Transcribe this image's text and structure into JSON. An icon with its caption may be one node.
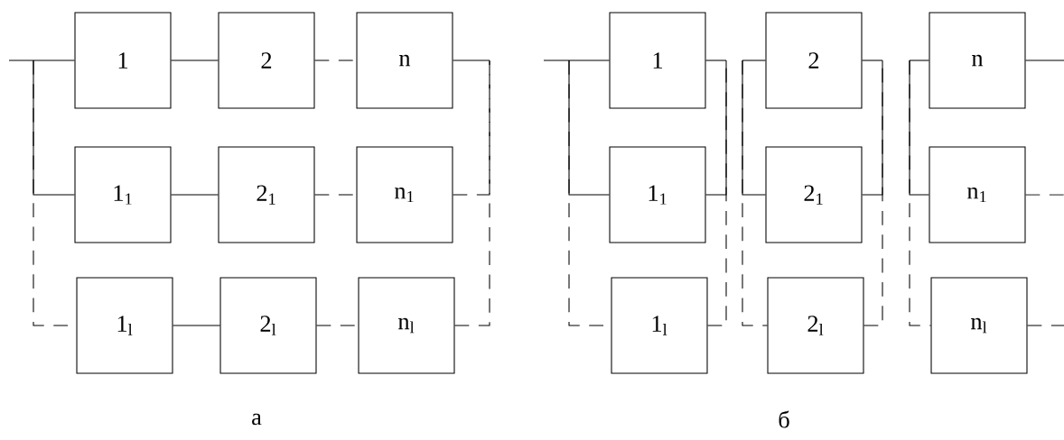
{
  "diagram": {
    "nodes": [
      {
        "text": [
          "1"
        ]
      },
      {
        "text": [
          "2"
        ]
      },
      {
        "text": [
          "n"
        ]
      },
      {
        "text": [
          "1$_{1}$"
        ]
      },
      {
        "text": [
          "2$_{1}$"
        ]
      },
      {
        "text": [
          "n$_{1}$"
        ]
      },
      {
        "text": [
          "1$_{l}$"
        ]
      },
      {
        "text": [
          "2$_{l}$"
        ]
      },
      {
        "text": [
          "n$_{l}$"
        ]
      },
      {
        "text": [
          "1"
        ]
      },
      {
        "text": [
          "2"
        ]
      },
      {
        "text": [
          "n"
        ]
      },
      {
        "text": [
          "1$_{1}$"
        ]
      },
      {
        "text": [
          "2$_{1}$"
        ]
      },
      {
        "text": [
          "n$_{1}$"
        ]
      },
      {
        "text": [
          "1$_{l}$"
        ]
      },
      {
        "text": [
          "2$_{l}$"
        ]
      },
      {
        "text": [
          "n$_{l}$"
        ]
      }
    ],
    "edges": [
      {
        "from": null,
        "to": 0,
        "arrow": "none"
      },
      {
        "from": null,
        "to": 3,
        "arrow": "none"
      },
      {
        "from": null,
        "to": 6,
        "arrow": "none",
        "style": "dashed"
      },
      {
        "from": 0,
        "to": 1,
        "arrow": "none"
      },
      {
        "from": 1,
        "to": 2,
        "arrow": "none",
        "style": "dashed"
      },
      {
        "from": 3,
        "to": 4,
        "arrow": "none"
      },
      {
        "from": 4,
        "to": 5,
        "arrow": "none",
        "style": "dashed"
      },
      {
        "from": 6,
        "to": 7,
        "arrow": "none"
      },
      {
        "from": 7,
        "to": 8,
        "arrow": "none",
        "style": "dashed"
      },
      {
        "from": 2,
        "to": null,
        "arrow": "none"
      },
      {
        "from": 5,
        "to": null,
        "arrow": "none",
        "style": "dashed"
      },
      {
        "from": 8,
        "to": null,
        "arrow": "none",
        "style": "dashed"
      },
      {
        "from": null,
        "to": 9,
        "arrow": "none"
      },
      {
        "from": null,
        "to": 12,
        "arrow": "none"
      },
      {
        "from": null,
        "to": 15,
        "arrow": "none",
        "style": "dashed"
      },
      {
        "from": 9,
        "to": null,
        "arrow": "none"
      },
      {
        "from": 12,
        "to": null,
        "arrow": "none"
      },
      {
        "from": 15,
        "to": null,
        "arrow": "none",
        "style": "dashed"
      },
      {
        "from": null,
        "to": 10,
        "arrow": "none"
      },
      {
        "from": null,
        "to": 13,
        "arrow": "none"
      },
      {
        "from": null,
        "to": 16,
        "arrow": "none",
        "style": "dashed"
      },
      {
        "from": 10,
        "to": null,
        "arrow": "none"
      },
      {
        "from": 13,
        "to": null,
        "arrow": "none"
      },
      {
        "from": 16,
        "to": null,
        "arrow": "none",
        "style": "dashed"
      },
      {
        "from": null,
        "to": 11,
        "arrow": "none"
      },
      {
        "from": null,
        "to": 14,
        "arrow": "none"
      },
      {
        "from": null,
        "to": 17,
        "arrow": "none",
        "style": "dashed"
      },
      {
        "from": 11,
        "to": null,
        "arrow": "none"
      },
      {
        "from": 14,
        "to": null,
        "arrow": "none",
        "style": "dashed"
      },
      {
        "from": 17,
        "to": null,
        "arrow": "none",
        "style": "dashed"
      }
    ],
    "labels": [
      "а",
      "б"
    ]
  }
}
